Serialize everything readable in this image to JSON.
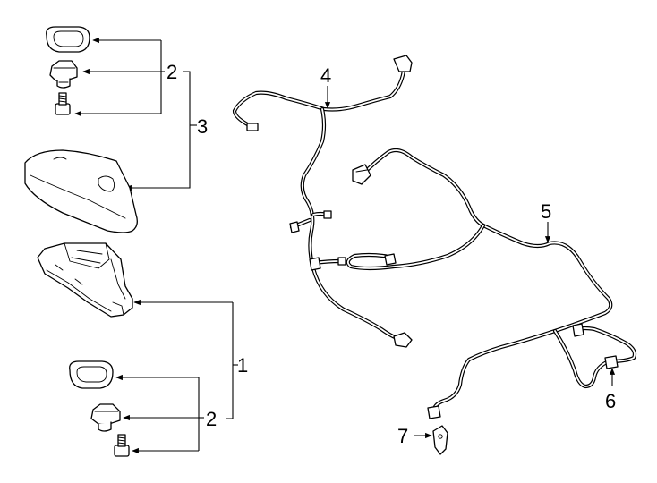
{
  "diagram": {
    "callouts": {
      "c1": "1",
      "c2_top": "2",
      "c2_bottom": "2",
      "c3": "3",
      "c4": "4",
      "c5": "5",
      "c6": "6",
      "c7": "7"
    }
  }
}
